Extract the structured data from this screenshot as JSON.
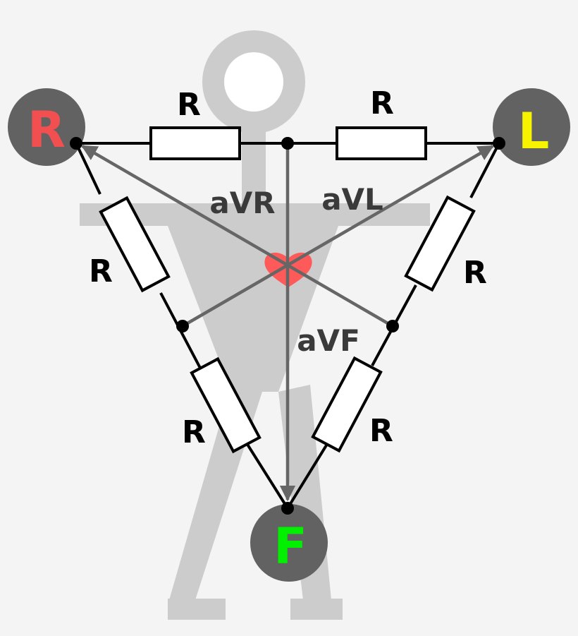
{
  "electrodes": {
    "right": {
      "letter": "R",
      "color": "#f25050"
    },
    "left": {
      "letter": "L",
      "color": "#f8f400"
    },
    "foot": {
      "letter": "F",
      "color": "#00f000"
    }
  },
  "resistor_label": "R",
  "lead_labels": {
    "avr": "aVR",
    "avl": "aVL",
    "avf": "aVF"
  },
  "colors": {
    "background": "#f4f4f4",
    "figure": "#cccccc",
    "wire": "#000000",
    "lead_arrow": "#666666",
    "electrode_fill": "#626262",
    "heart": "#ff5a5a",
    "lead_text": "#3a3a3a"
  }
}
